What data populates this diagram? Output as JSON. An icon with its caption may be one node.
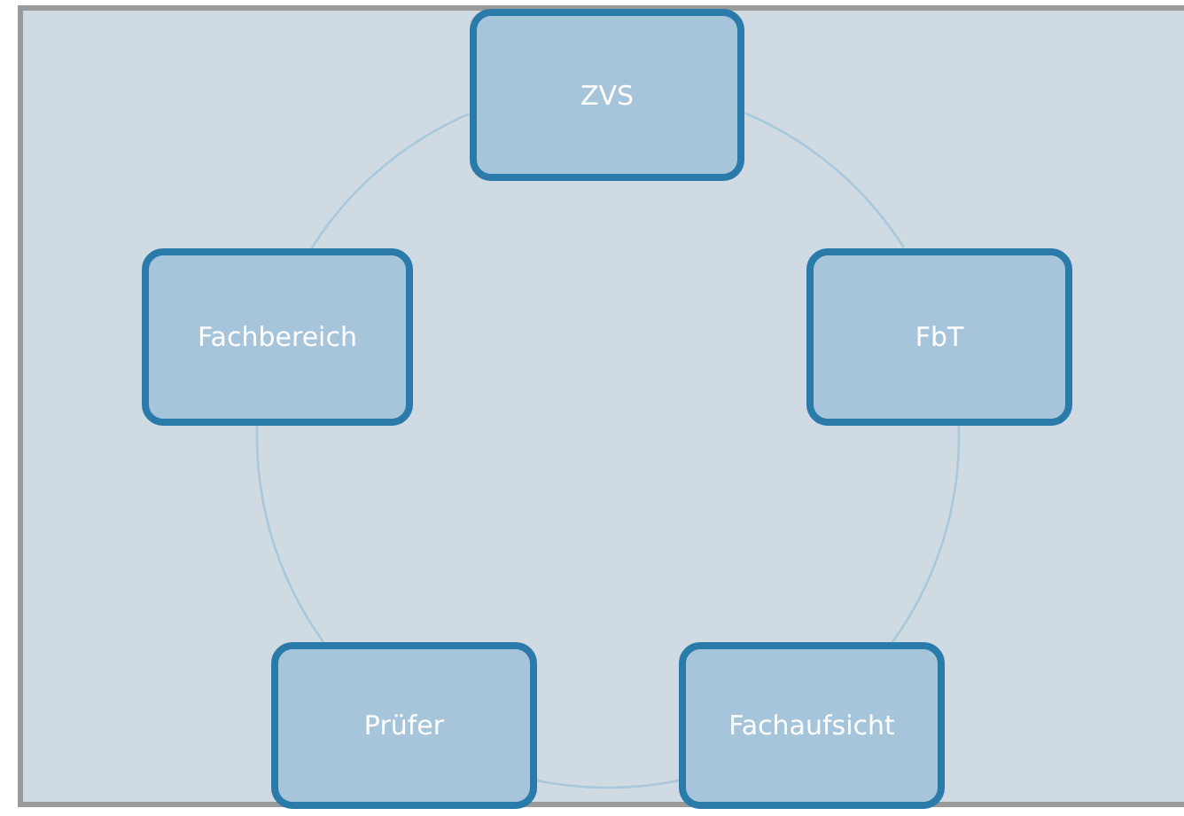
{
  "diagram": {
    "nodes": [
      {
        "text": [
          "ZVS"
        ]
      },
      {
        "text": [
          "Fachbereich"
        ]
      },
      {
        "text": [
          "FbT"
        ]
      },
      {
        "text": [
          "Prüfer"
        ]
      },
      {
        "text": [
          "Fachaufsicht"
        ]
      }
    ],
    "edges": [
      {
        "from": 0,
        "to": 2,
        "arrow": "none"
      },
      {
        "from": 2,
        "to": 4,
        "arrow": "none"
      },
      {
        "from": 4,
        "to": 3,
        "arrow": "none"
      },
      {
        "from": 3,
        "to": 1,
        "arrow": "none"
      },
      {
        "from": 1,
        "to": 0,
        "arrow": "none"
      }
    ]
  }
}
